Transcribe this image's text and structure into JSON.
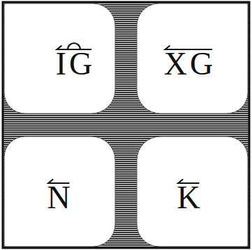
{
  "diagram": {
    "nodes": [
      {
        "text": [
          "IG"
        ]
      },
      {
        "text": [
          "XG"
        ]
      },
      {
        "text": [
          "N"
        ]
      },
      {
        "text": [
          "K"
        ]
      }
    ]
  }
}
